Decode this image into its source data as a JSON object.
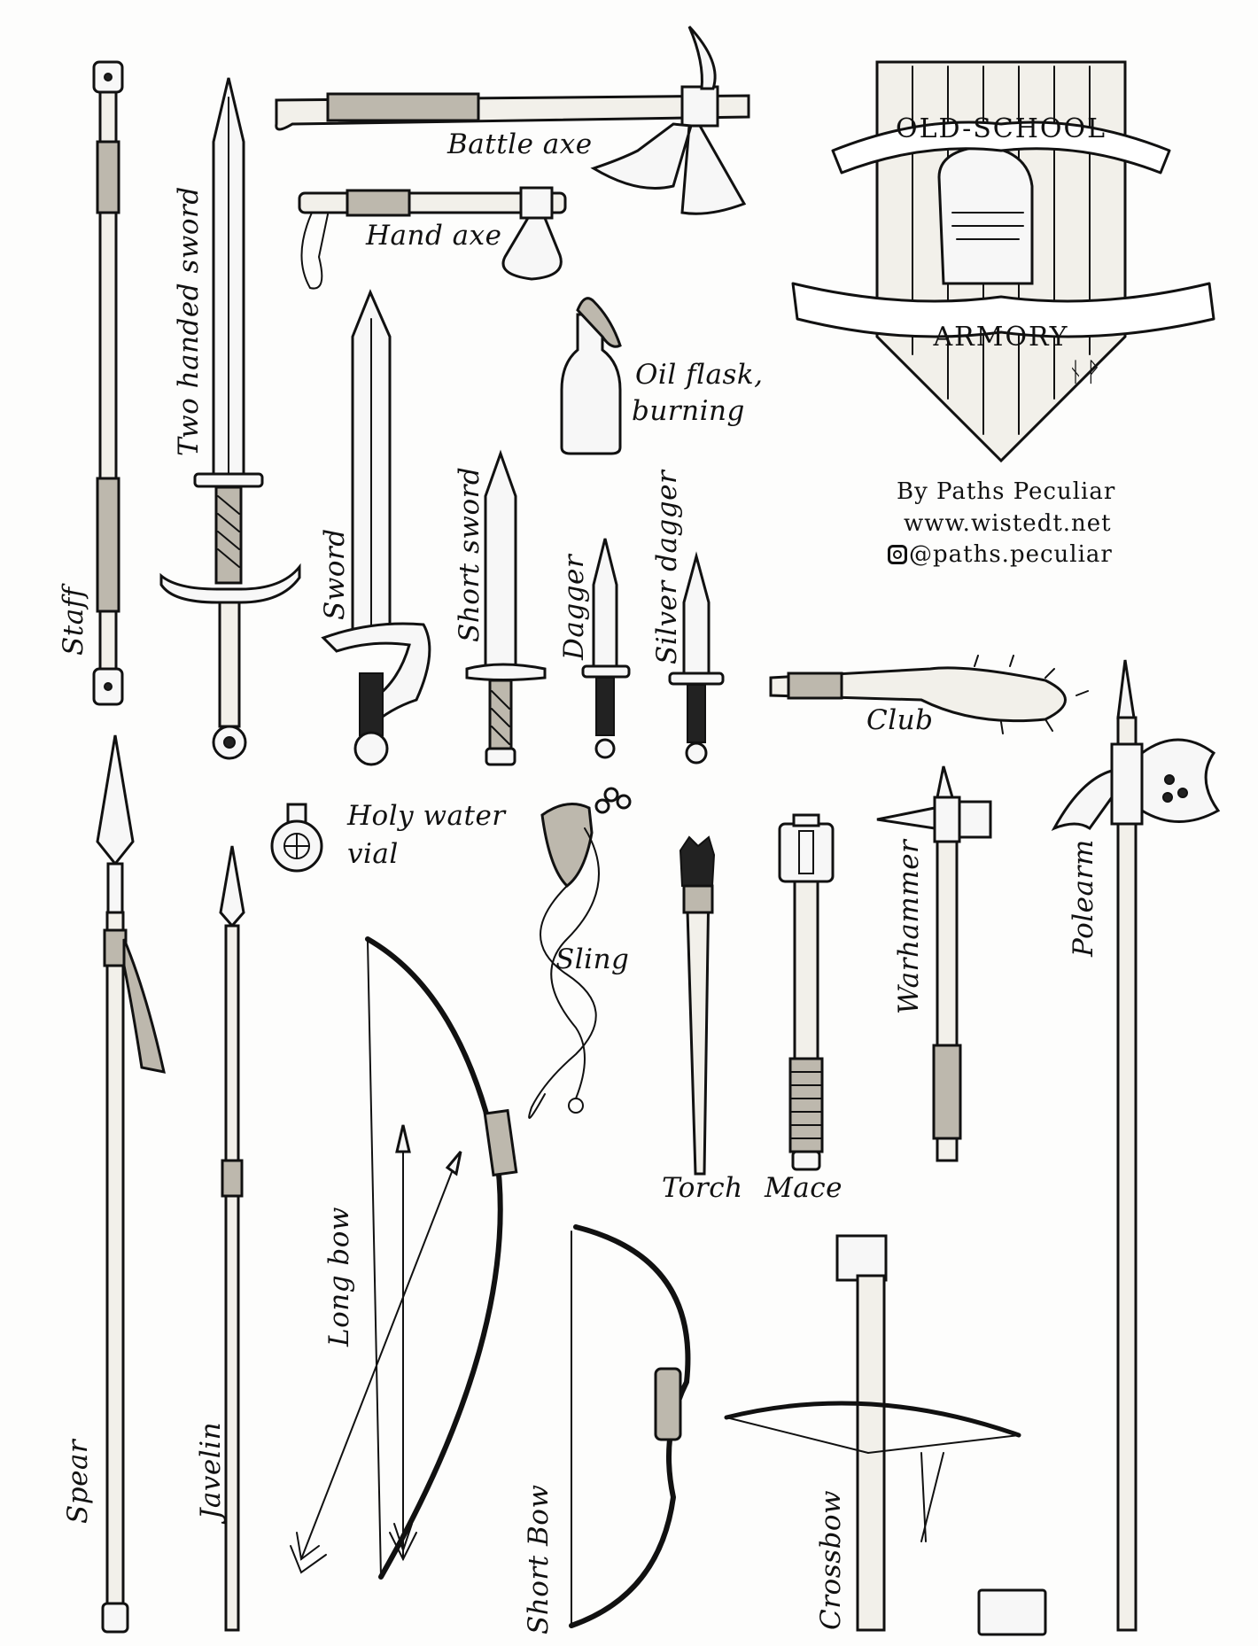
{
  "poster": {
    "banner_top": "OLD-SCHOOL",
    "banner_bottom": "ARMORY",
    "signature_runes": "ᚾᚹ"
  },
  "credits": {
    "author": "By Paths Peculiar",
    "website": "www.wistedt.net",
    "instagram": "@paths.peculiar"
  },
  "weapons": {
    "staff": "Staff",
    "two_handed_sword": "Two handed sword",
    "battle_axe": "Battle axe",
    "hand_axe": "Hand axe",
    "sword": "Sword",
    "oil_flask_line1": "Oil flask,",
    "oil_flask_line2": "burning",
    "short_sword": "Short sword",
    "dagger": "Dagger",
    "silver_dagger": "Silver dagger",
    "club": "Club",
    "holy_water_line1": "Holy water",
    "holy_water_line2": "vial",
    "sling": "Sling",
    "torch": "Torch",
    "mace": "Mace",
    "warhammer": "Warhammer",
    "polearm": "Polearm",
    "spear": "Spear",
    "javelin": "Javelin",
    "long_bow": "Long bow",
    "short_bow": "Short Bow",
    "crossbow": "Crossbow"
  }
}
